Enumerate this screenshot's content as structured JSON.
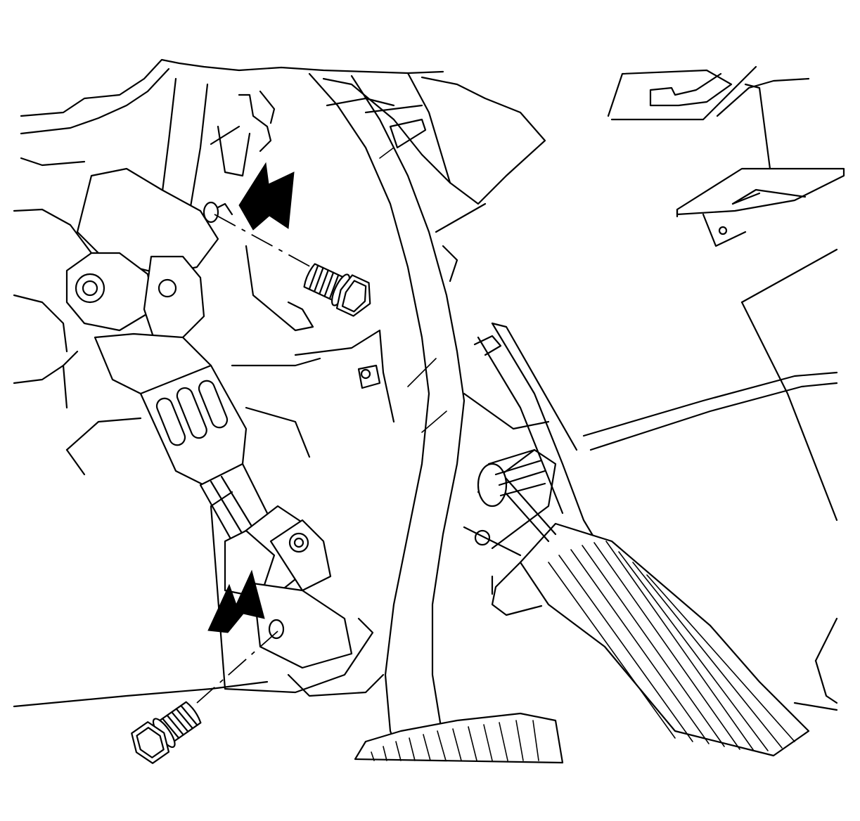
{
  "figure": {
    "subject": "steering-column-intermediate-shaft-pinch-bolts",
    "colors": {
      "line": "#000000",
      "background": "#ffffff",
      "arrow": "#000000"
    },
    "callouts": [
      {
        "name": "upper-pinch-bolt",
        "icon": "hex-flange-bolt-icon",
        "indicator": "arrow-down-left-icon"
      },
      {
        "name": "lower-pinch-bolt",
        "icon": "hex-flange-bolt-icon",
        "indicator": "arrow-down-left-icon"
      }
    ]
  }
}
